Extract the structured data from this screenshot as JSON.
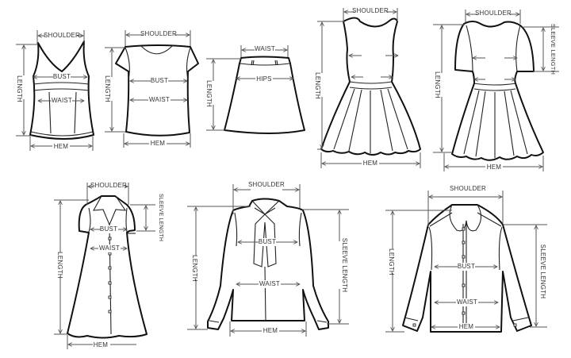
{
  "diagram": {
    "type": "garment-size-measurement-guide",
    "colors": {
      "background": "#ffffff",
      "outline": "#111111",
      "dimension_line": "#555555",
      "label": "#333333"
    },
    "garments": [
      {
        "id": "tank-top",
        "name": "Camisole / tank top",
        "labels": {
          "shoulder": "SHOULDER",
          "bust": "BUST",
          "waist": "WAIST",
          "hem": "HEM",
          "length": "LENGTH"
        }
      },
      {
        "id": "tshirt",
        "name": "Short-sleeve top",
        "labels": {
          "shoulder": "SHOULDER",
          "bust": "BUST",
          "waist": "WAIST",
          "hem": "HEM",
          "length": "LENGTH"
        }
      },
      {
        "id": "skirt",
        "name": "A-line skirt",
        "labels": {
          "waist": "WAIST",
          "hips": "HIPS",
          "length": "LENGTH"
        }
      },
      {
        "id": "sleeveless-dress",
        "name": "Sleeveless flared dress",
        "labels": {
          "shoulder": "SHOULDER",
          "hem": "HEM",
          "length": "LENGTH"
        }
      },
      {
        "id": "short-sleeve-dress",
        "name": "Short-sleeve flared dress",
        "labels": {
          "shoulder": "SHOULDER",
          "sleeve_length": "SLEEVE LENGTH",
          "hem": "HEM",
          "length": "LENGTH"
        }
      },
      {
        "id": "shirt-dress",
        "name": "Collared shirt dress",
        "labels": {
          "shoulder": "SHOULDER",
          "bust": "BUST",
          "waist": "WAIST",
          "sleeve_length": "SLEEVE LENGTH",
          "hem": "HEM",
          "length": "LENGTH"
        }
      },
      {
        "id": "bow-blouse",
        "name": "Bow-tie long-sleeve blouse",
        "labels": {
          "shoulder": "SHOULDER",
          "bust": "BUST",
          "waist": "WAIST",
          "sleeve_length": "SLEEVE LENGTH",
          "hem": "HEM",
          "length": "LENGTH"
        }
      },
      {
        "id": "collar-shirt",
        "name": "Peter-pan collar long-sleeve shirt",
        "labels": {
          "shoulder": "SHOULDER",
          "bust": "BUST",
          "waist": "WAIST",
          "sleeve_length": "SLEEVE LENGTH",
          "hem": "HEM",
          "length": "LENGTH"
        }
      }
    ]
  }
}
